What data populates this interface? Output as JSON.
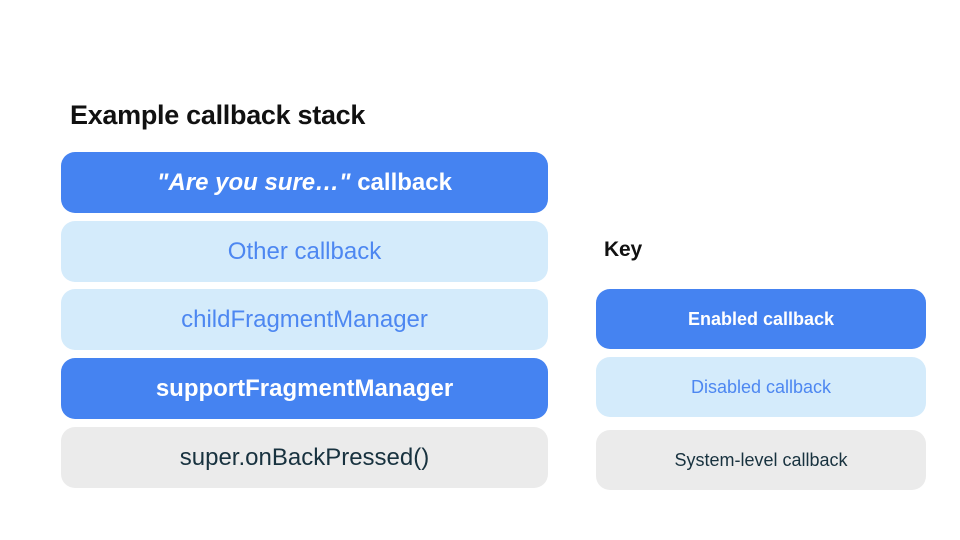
{
  "title": "Example callback stack",
  "stack": {
    "items": [
      {
        "quoted": "\"Are you sure…\"",
        "rest": " callback",
        "type": "enabled"
      },
      {
        "label": "Other callback",
        "type": "disabled"
      },
      {
        "label": "childFragmentManager",
        "type": "disabled"
      },
      {
        "label": "supportFragmentManager",
        "type": "enabled"
      },
      {
        "label": "super.onBackPressed()",
        "type": "system"
      }
    ]
  },
  "key": {
    "title": "Key",
    "items": [
      {
        "label": "Enabled callback",
        "type": "enabled"
      },
      {
        "label": "Disabled callback",
        "type": "disabled"
      },
      {
        "label": "System-level callback",
        "type": "system"
      }
    ]
  },
  "colors": {
    "page_bg": "#FFFFFF",
    "title_text": "#111111",
    "enabled_bg": "#4583F1",
    "enabled_text": "#FFFFFF",
    "disabled_bg": "#D4EBFB",
    "disabled_text": "#4D87F1",
    "system_bg": "#EBEBEB",
    "system_text": "#18323F"
  }
}
